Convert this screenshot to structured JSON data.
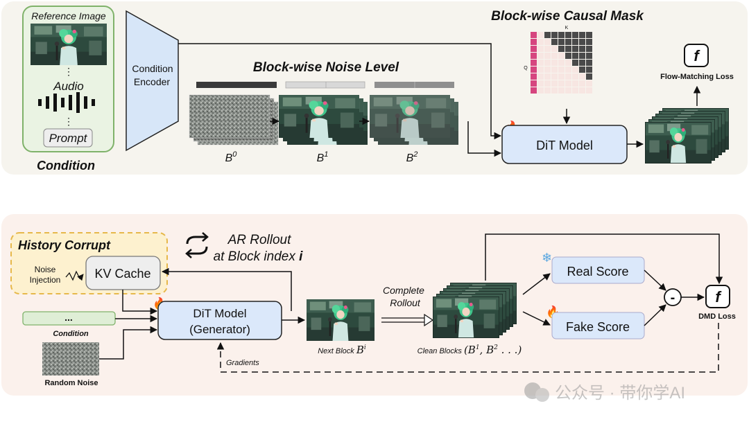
{
  "top": {
    "condition": {
      "reference_label": "Reference Image",
      "audio_label": "Audio",
      "prompt_label": "Prompt",
      "title": "Condition"
    },
    "encoder_label_1": "Condition",
    "encoder_label_2": "Encoder",
    "noise_title": "Block-wise Noise Level",
    "blocks": [
      {
        "label": "B",
        "sup": "0",
        "noise_level": 1.0
      },
      {
        "label": "B",
        "sup": "1",
        "noise_level": 0.3
      },
      {
        "label": "B",
        "sup": "2",
        "noise_level": 0.6
      }
    ],
    "mask_title": "Block-wise Causal Mask",
    "mask_k": "K",
    "mask_q": "Q",
    "dit_label": "DiT Model",
    "f_symbol": "f",
    "loss_label": "Flow-Matching Loss"
  },
  "bottom": {
    "history_title": "History Corrupt",
    "noise_injection_1": "Noise",
    "noise_injection_2": "Injection",
    "kv_cache_label": "KV Cache",
    "ar_rollout_1": "AR Rollout",
    "ar_rollout_2": "at Block index ",
    "ar_rollout_i": "i",
    "condition_dots": "...",
    "condition_label": "Condition",
    "random_noise_label": "Random Noise",
    "generator_1": "DiT Model",
    "generator_2": "(Generator)",
    "next_block_label": "Next Block ",
    "next_block_sym": "B",
    "next_block_sup": "i",
    "complete_1": "Complete",
    "complete_2": "Rollout",
    "clean_label": "Clean Blocks ",
    "clean_sym": "(B",
    "clean_sup1": "1",
    "clean_mid": ", B",
    "clean_sup2": "2",
    "clean_end": " . . .)",
    "real_score": "Real Score",
    "fake_score": "Fake Score",
    "minus": "-",
    "f_symbol": "f",
    "dmd_loss": "DMD Loss",
    "gradients": "Gradients"
  },
  "watermark": "公众号 · 带你学AI",
  "colors": {
    "panel_top": "#f6f4ee",
    "panel_bottom": "#fbf1ec",
    "condition_fill": "#eaf3e3",
    "condition_stroke": "#7fb26a",
    "encoder_fill": "#d7e6f8",
    "dit_fill": "#dbe8fa",
    "history_fill": "#fdf1cf",
    "history_stroke": "#e6b84a",
    "mask_pink": "#d6457f",
    "mask_dark": "#4a4a4a",
    "mask_light": "#f7e6e2"
  }
}
